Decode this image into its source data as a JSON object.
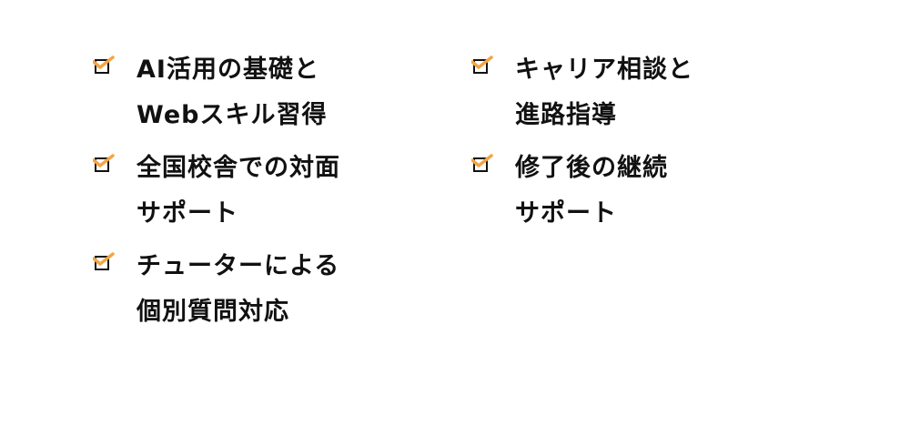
{
  "colors": {
    "check_mark": "#F5A544",
    "box_border": "#111111",
    "text": "#111111",
    "background": "#FFFFFF"
  },
  "features": {
    "left": [
      {
        "icon": "checkbox-checked-icon",
        "line1": "AI活用の基礎と",
        "line2": "Webスキル習得"
      },
      {
        "icon": "checkbox-checked-icon",
        "line1": "全国校舎での対面",
        "line2": "サポート"
      },
      {
        "icon": "checkbox-checked-icon",
        "line1": "チューターによる",
        "line2": "個別質問対応"
      }
    ],
    "right": [
      {
        "icon": "checkbox-checked-icon",
        "line1": "キャリア相談と",
        "line2": "進路指導"
      },
      {
        "icon": "checkbox-checked-icon",
        "line1": "修了後の継続",
        "line2": "サポート"
      }
    ]
  }
}
